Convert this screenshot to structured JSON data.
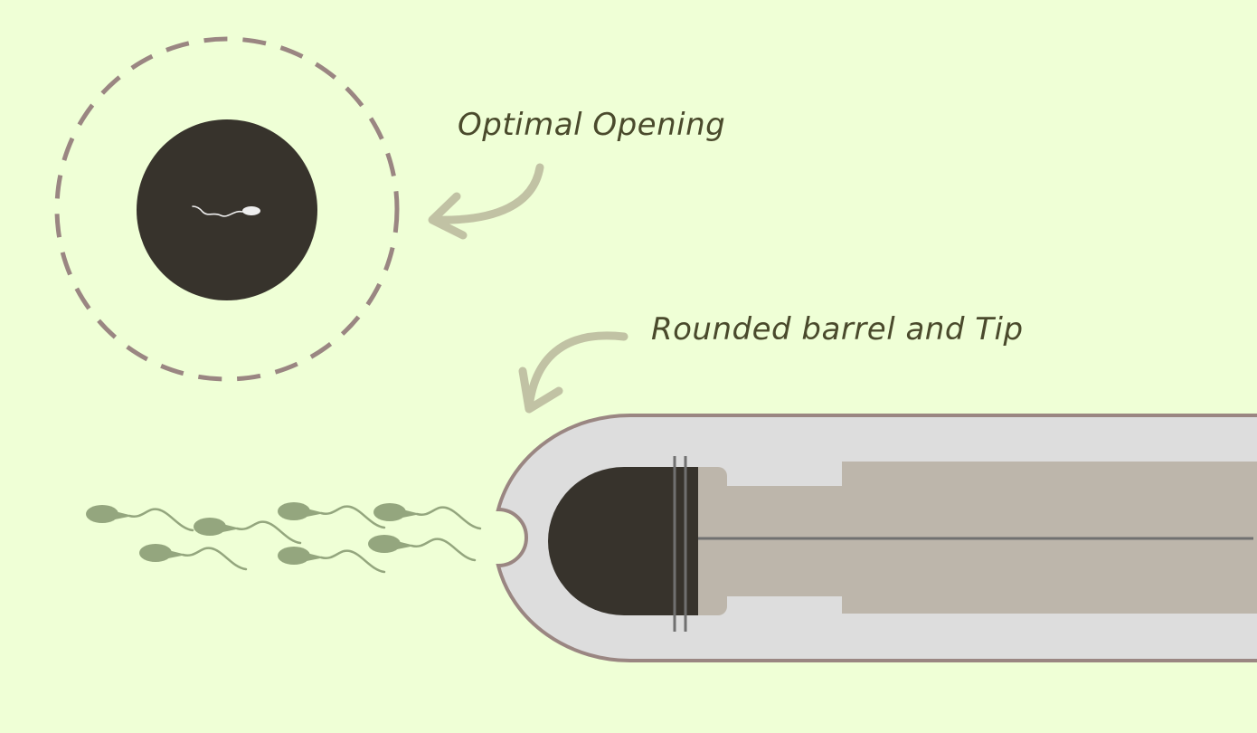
{
  "labels": {
    "optimal_opening": "Optimal Opening",
    "rounded_barrel": "Rounded barrel and Tip"
  },
  "colors": {
    "background": "#efffd6",
    "dark": "#37332c",
    "dashed_ring": "#9a8682",
    "arrow": "#c1c2a4",
    "sperm": "#94a67e",
    "barrel_fill": "#dddddd",
    "barrel_outline": "#9a8682",
    "plunger": "#bdb6ab",
    "line": "#707070",
    "text": "#4a4a2c"
  },
  "sperm_count": 7
}
